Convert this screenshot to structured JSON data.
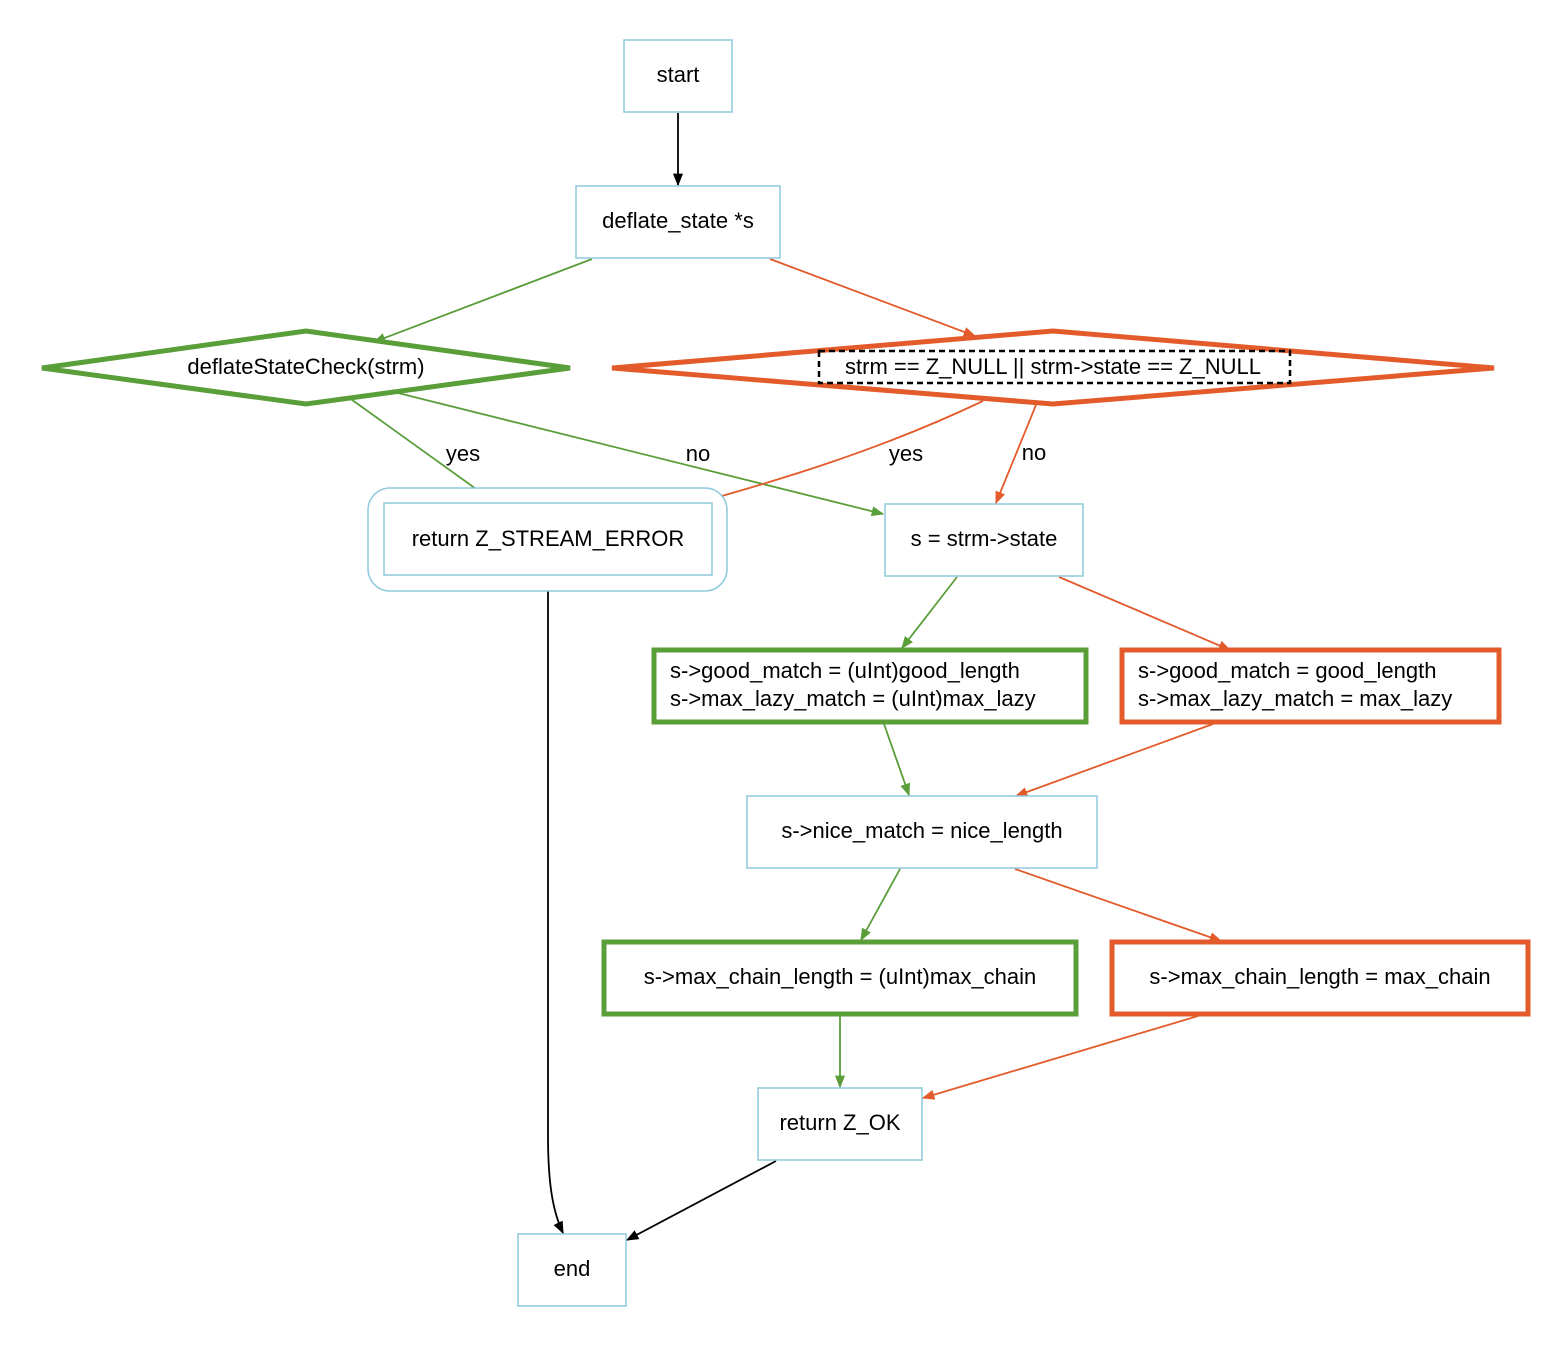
{
  "colors": {
    "plain_border": "#8fc8de",
    "green": "#5a9e3a",
    "orange": "#e35b2b",
    "black": "#000000"
  },
  "nodes": {
    "start": "start",
    "deflate_state": "deflate_state *s",
    "check_green": "deflateStateCheck(strm)",
    "check_orange": "strm == Z_NULL || strm->state == Z_NULL",
    "return_error": "return Z_STREAM_ERROR",
    "s_state": "s = strm->state",
    "good_green_1": "s->good_match = (uInt)good_length",
    "good_green_2": "s->max_lazy_match = (uInt)max_lazy",
    "good_orange_1": "s->good_match = good_length",
    "good_orange_2": "s->max_lazy_match = max_lazy",
    "nice_match": "s->nice_match = nice_length",
    "chain_green": "s->max_chain_length = (uInt)max_chain",
    "chain_orange": "s->max_chain_length = max_chain",
    "return_ok": "return Z_OK",
    "end": "end"
  },
  "edge_labels": {
    "green_yes": "yes",
    "green_no": "no",
    "orange_yes": "yes",
    "orange_no": "no"
  }
}
